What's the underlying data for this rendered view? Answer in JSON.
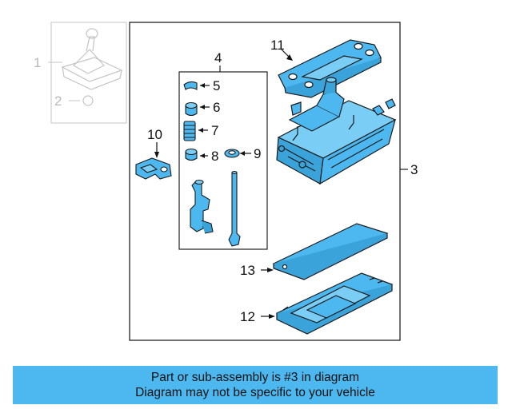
{
  "diagram": {
    "callouts": {
      "c1": "1",
      "c2": "2",
      "c3": "3",
      "c4": "4",
      "c5": "5",
      "c6": "6",
      "c7": "7",
      "c8": "8",
      "c9": "9",
      "c10": "10",
      "c11": "11",
      "c12": "12",
      "c13": "13"
    }
  },
  "banner": {
    "line1": "Part or sub-assembly is #3 in diagram",
    "line2": "Diagram may not be specific to your vehicle"
  },
  "colors": {
    "part_fill": "#4db8f0",
    "outline": "#1a1a1a",
    "ghost": "#c4c4c4",
    "banner": "#4db8f0"
  }
}
